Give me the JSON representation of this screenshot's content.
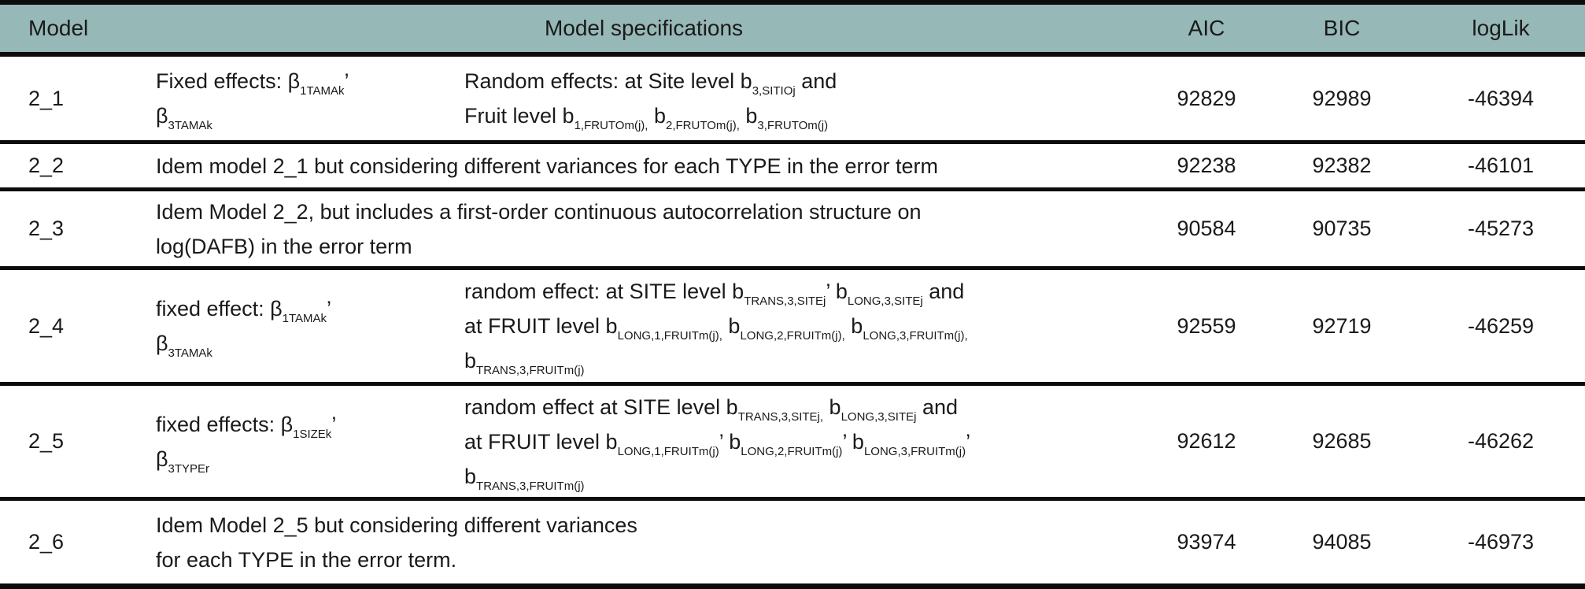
{
  "table": {
    "style": {
      "header_bg": "#96b8b7",
      "border_color": "#0c0c0c",
      "text_color": "#1a1a1a"
    },
    "header": {
      "model": "Model",
      "specs": "Model specifications",
      "aic": "AIC",
      "bic": "BIC",
      "loglik": "logLik"
    },
    "rows": [
      {
        "model": "2_1",
        "spec_type": "split",
        "fixed": [
          [
            "t",
            "Fixed effects: β"
          ],
          [
            "sub",
            "1TAMAk"
          ],
          [
            "t",
            "’"
          ],
          [
            "br"
          ],
          [
            "t",
            "β"
          ],
          [
            "sub",
            "3TAMAk"
          ]
        ],
        "random": [
          [
            "t",
            "Random effects: at Site level b"
          ],
          [
            "sub",
            "3,SITIOj"
          ],
          [
            "t",
            " and"
          ],
          [
            "br"
          ],
          [
            "t",
            "Fruit level b"
          ],
          [
            "sub",
            "1,FRUTOm(j),"
          ],
          [
            "t",
            " b"
          ],
          [
            "sub",
            "2,FRUTOm(j),"
          ],
          [
            "t",
            " b"
          ],
          [
            "sub",
            "3,FRUTOm(j)"
          ]
        ],
        "aic": "92829",
        "bic": "92989",
        "loglik": "-46394"
      },
      {
        "model": "2_2",
        "spec_type": "single",
        "spec": [
          [
            "t",
            "Idem model 2_1 but considering different variances for each TYPE in the error term"
          ]
        ],
        "aic": "92238",
        "bic": "92382",
        "loglik": "-46101"
      },
      {
        "model": "2_3",
        "spec_type": "single",
        "spec": [
          [
            "t",
            "Idem Model 2_2, but includes a first-order continuous autocorrelation structure on"
          ],
          [
            "br"
          ],
          [
            "t",
            "log(DAFB) in the error term"
          ]
        ],
        "aic": "90584",
        "bic": "90735",
        "loglik": "-45273"
      },
      {
        "model": "2_4",
        "spec_type": "split",
        "fixed": [
          [
            "t",
            "fixed effect: β"
          ],
          [
            "sub",
            "1TAMAk"
          ],
          [
            "t",
            "’"
          ],
          [
            "br"
          ],
          [
            "t",
            "β"
          ],
          [
            "sub",
            "3TAMAk"
          ]
        ],
        "random": [
          [
            "t",
            "random effect: at SITE level b"
          ],
          [
            "sub",
            "TRANS,3,SITEj"
          ],
          [
            "t",
            "’ b"
          ],
          [
            "sub",
            "LONG,3,SITEj"
          ],
          [
            "t",
            " and"
          ],
          [
            "br"
          ],
          [
            "t",
            "at FRUIT level b"
          ],
          [
            "sub",
            "LONG,1,FRUITm(j),"
          ],
          [
            "t",
            " b"
          ],
          [
            "sub",
            "LONG,2,FRUITm(j),"
          ],
          [
            "t",
            " b"
          ],
          [
            "sub",
            "LONG,3,FRUITm(j),"
          ],
          [
            "br"
          ],
          [
            "t",
            "b"
          ],
          [
            "sub",
            "TRANS,3,FRUITm(j)"
          ]
        ],
        "aic": "92559",
        "bic": "92719",
        "loglik": "-46259"
      },
      {
        "model": "2_5",
        "spec_type": "split",
        "fixed": [
          [
            "t",
            "fixed effects: β"
          ],
          [
            "sub",
            "1SIZEk"
          ],
          [
            "t",
            "’"
          ],
          [
            "br"
          ],
          [
            "t",
            "β"
          ],
          [
            "sub",
            "3TYPEr"
          ]
        ],
        "random": [
          [
            "t",
            "random effect at SITE level b"
          ],
          [
            "sub",
            "TRANS,3,SITEj,"
          ],
          [
            "t",
            " b"
          ],
          [
            "sub",
            "LONG,3,SITEj"
          ],
          [
            "t",
            " and"
          ],
          [
            "br"
          ],
          [
            "t",
            "at FRUIT level b"
          ],
          [
            "sub",
            "LONG,1,FRUITm(j)"
          ],
          [
            "t",
            "’ b"
          ],
          [
            "sub",
            "LONG,2,FRUITm(j)"
          ],
          [
            "t",
            "’ b"
          ],
          [
            "sub",
            "LONG,3,FRUITm(j)"
          ],
          [
            "t",
            "’"
          ],
          [
            "br"
          ],
          [
            "t",
            "b"
          ],
          [
            "sub",
            "TRANS,3,FRUITm(j)"
          ]
        ],
        "aic": "92612",
        "bic": "92685",
        "loglik": "-46262"
      },
      {
        "model": "2_6",
        "spec_type": "single",
        "spec": [
          [
            "t",
            "Idem Model 2_5 but considering different variances"
          ],
          [
            "br"
          ],
          [
            "t",
            "for each TYPE in the error term."
          ]
        ],
        "aic": "93974",
        "bic": "94085",
        "loglik": "-46973"
      }
    ]
  }
}
